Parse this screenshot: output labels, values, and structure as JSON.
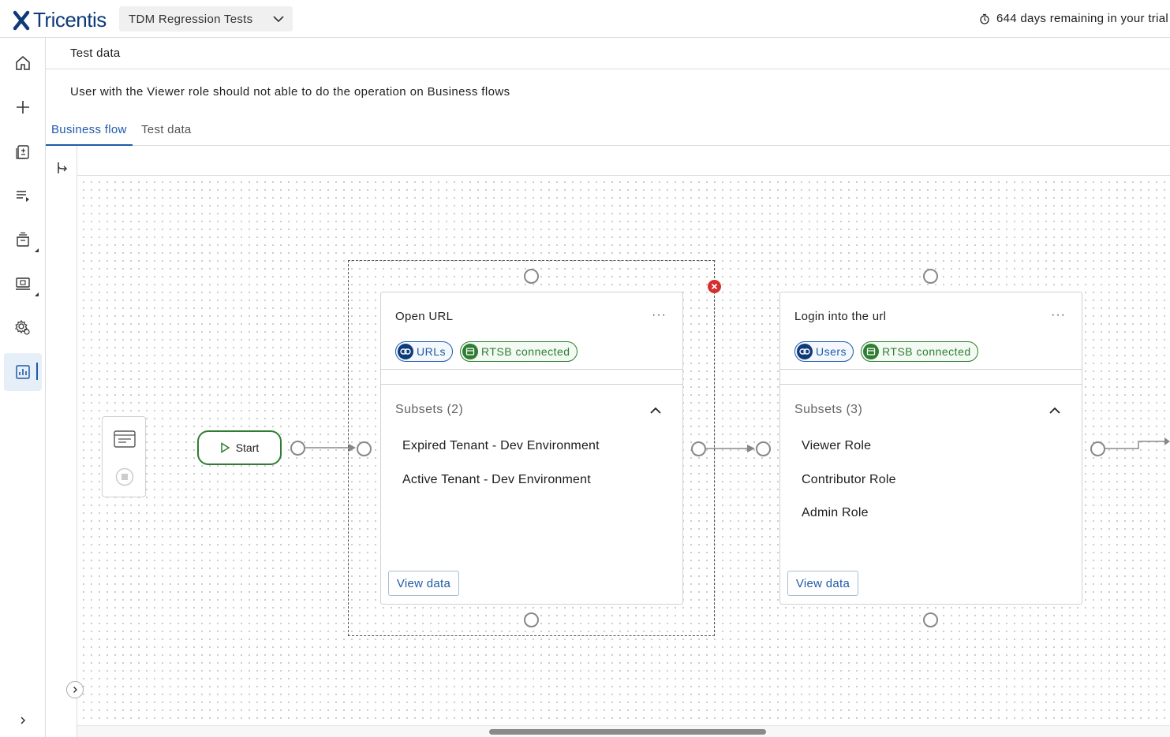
{
  "header": {
    "logo_text": "Tricentis",
    "project": "TDM Regression Tests",
    "trial_text": "644 days remaining in your trial"
  },
  "sidebar": {
    "items": [
      {
        "icon": "home-icon"
      },
      {
        "icon": "plus-icon"
      },
      {
        "icon": "clipboard-icon"
      },
      {
        "icon": "list-run-icon"
      },
      {
        "icon": "archive-icon"
      },
      {
        "icon": "monitor-icon"
      },
      {
        "icon": "settings-gear-icon"
      },
      {
        "icon": "analytics-icon"
      }
    ]
  },
  "page": {
    "title": "Test data",
    "description": "User with the Viewer role should not able to do the operation on Business flows"
  },
  "tabs": [
    {
      "label": "Business flow",
      "active": true
    },
    {
      "label": "Test data",
      "active": false
    }
  ],
  "flow": {
    "start_label": "Start",
    "cards": [
      {
        "title": "Open URL",
        "more": "···",
        "chip_primary": "URLs",
        "chip_secondary": "RTSB connected",
        "subsets_title": "Subsets (2)",
        "subsets": [
          "Expired Tenant - Dev Environment",
          "Active Tenant - Dev Environment"
        ],
        "view_label": "View data"
      },
      {
        "title": "Login into the url",
        "more": "···",
        "chip_primary": "Users",
        "chip_secondary": "RTSB connected",
        "subsets_title": "Subsets (3)",
        "subsets": [
          "Viewer Role",
          "Contributor Role",
          "Admin Role"
        ],
        "view_label": "View data"
      }
    ]
  },
  "colors": {
    "accent": "#1e5aa8",
    "success": "#2e7d32",
    "danger": "#d32f2f",
    "brand": "#0e3a7a"
  }
}
